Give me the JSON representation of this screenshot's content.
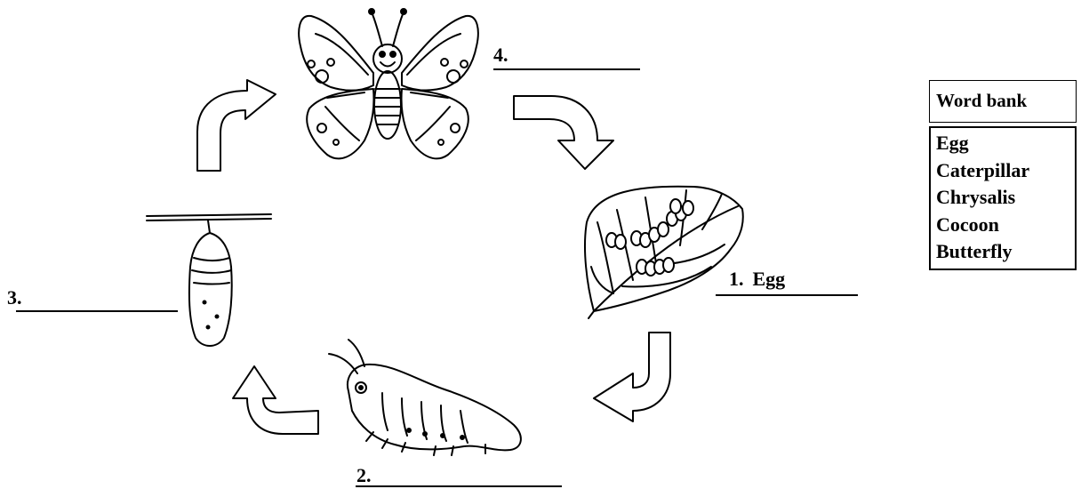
{
  "stages": {
    "stage1": {
      "number": "1.",
      "answer": "Egg"
    },
    "stage2": {
      "number": "2.",
      "answer": ""
    },
    "stage3": {
      "number": "3.",
      "answer": ""
    },
    "stage4": {
      "number": "4.",
      "answer": ""
    }
  },
  "word_bank": {
    "title": "Word bank",
    "words": [
      "Egg",
      "Caterpillar",
      "Chrysalis",
      "Cocoon",
      "Butterfly"
    ]
  },
  "icons": [
    "butterfly-icon",
    "leaf-with-eggs-icon",
    "caterpillar-icon",
    "chrysalis-icon",
    "curved-arrow-icon"
  ]
}
